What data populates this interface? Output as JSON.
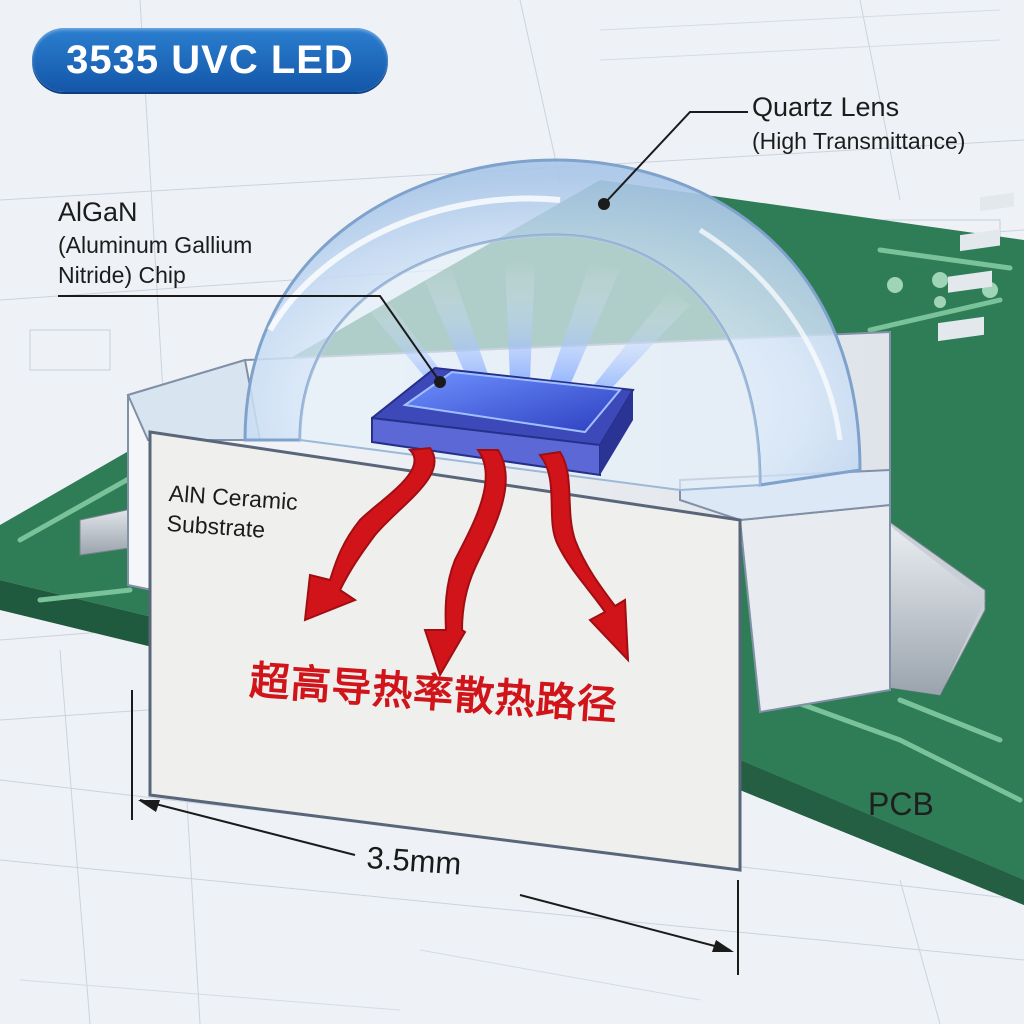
{
  "title": "3535 UVC LED",
  "labels": {
    "lens_title": "Quartz Lens",
    "lens_sub": "(High Transmittance)",
    "chip_title": "AlGaN",
    "chip_sub": "(Aluminum Gallium\nNitride) Chip",
    "substrate": "AlN Ceramic\nSubstrate",
    "heat_path": "超高导热率散热路径",
    "pcb": "PCB",
    "dimension": "3.5mm"
  },
  "colors": {
    "title_badge": "#1a63b5",
    "pcb_green": "#2f7d57",
    "heat_arrow": "#d0141a",
    "chip": "#3b5bd6",
    "lens": "#cfe0f4"
  },
  "icons": [
    "heat-arrow-icon",
    "dimension-arrow-icon"
  ]
}
